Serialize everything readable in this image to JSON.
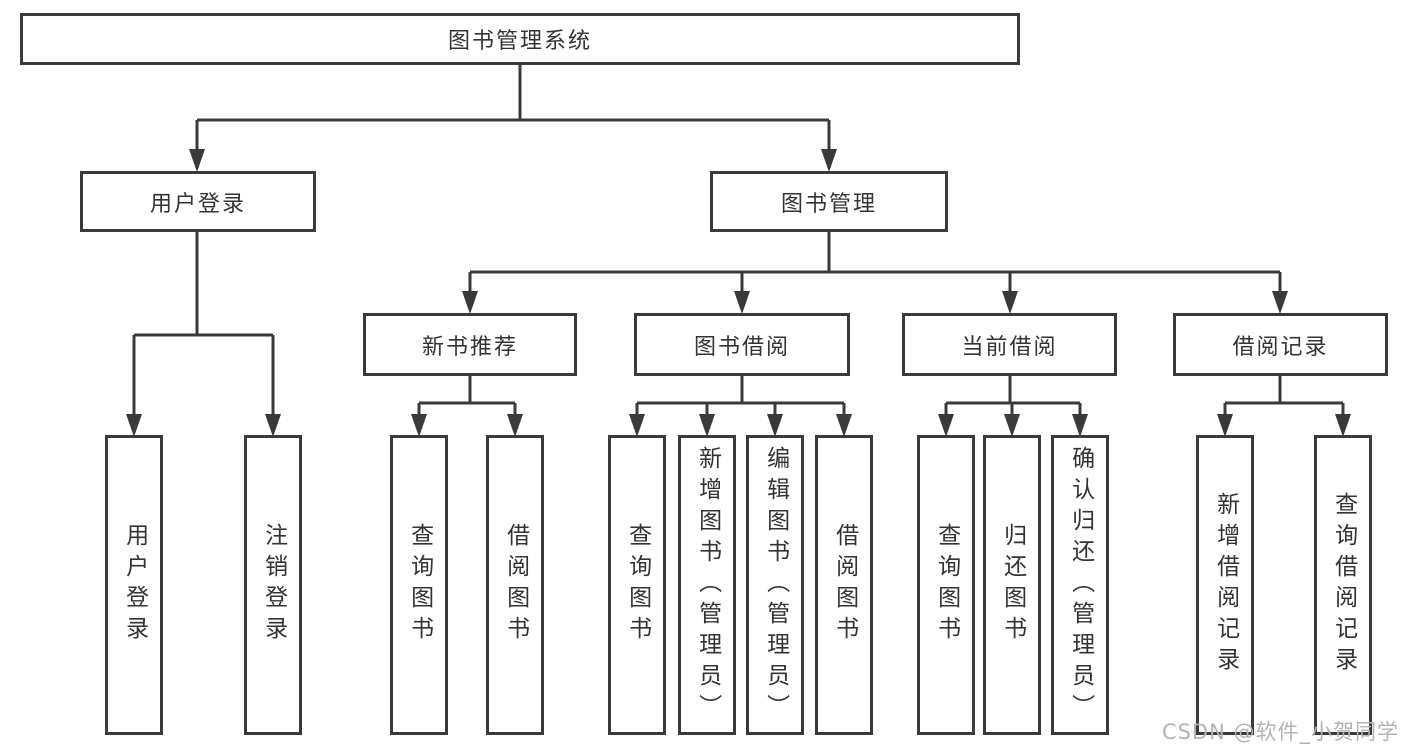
{
  "colors": {
    "ink": "#3a3a3a",
    "box_background": "#ffffff",
    "watermark_gray": "#b3b3b3"
  },
  "nodes": {
    "root": "图书管理系统",
    "level2": {
      "user_login": "用户登录",
      "book_management": "图书管理"
    },
    "level3": {
      "new_book_recommend": "新书推荐",
      "book_borrowing": "图书借阅",
      "current_borrowing": "当前借阅",
      "borrowing_records": "借阅记录"
    },
    "leaves": {
      "user_login": "用户登录",
      "logout": "注销登录",
      "nb_query_books": "查询图书",
      "nb_borrow_books": "借阅图书",
      "bb_query_books": "查询图书",
      "bb_add_books": "新增图书（管理员）",
      "bb_edit_books": "编辑图书（管理员）",
      "bb_borrow_books": "借阅图书",
      "cb_query_books": "查询图书",
      "cb_return_books": "归还图书",
      "cb_confirm_return": "确认归还（管理员）",
      "br_add_record": "新增借阅记录",
      "br_query_record": "查询借阅记录"
    }
  },
  "watermark": "CSDN @软件_小贺同学"
}
